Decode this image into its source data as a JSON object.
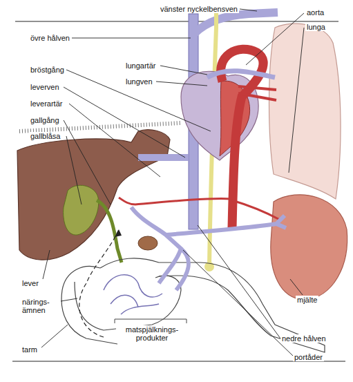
{
  "diagram": {
    "labels": [
      "vänster nyckelbensven",
      "aorta",
      "lunga",
      "övre hålven",
      "bröstgång",
      "leverven",
      "leverartär",
      "gallgång",
      "gallblåsa",
      "lungartär",
      "lungven",
      "lever",
      "närings- ämnen",
      "tarm",
      "matspjälknings- produkter",
      "mjälte",
      "nedre hålven",
      "portåder"
    ]
  }
}
